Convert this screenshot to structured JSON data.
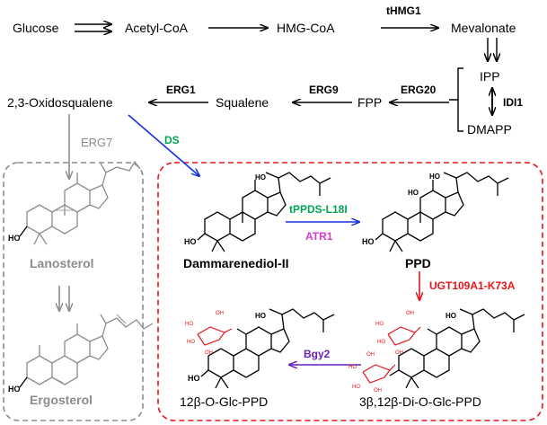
{
  "colors": {
    "black": "#000000",
    "gray": "#8c8c8c",
    "green": "#00a651",
    "red": "#e8141b",
    "magenta": "#d63ac8",
    "blue": "#1530e0",
    "purple": "#6a1fb8"
  },
  "metabolites": {
    "glucose": "Glucose",
    "acetyl_coa": "Acetyl-CoA",
    "hmg_coa": "HMG-CoA",
    "mevalonate": "Mevalonate",
    "ipp": "IPP",
    "dmapp": "DMAPP",
    "fpp": "FPP",
    "squalene": "Squalene",
    "oxidosqualene": "2,3-Oxidosqualene",
    "lanosterol": "Lanosterol",
    "ergosterol": "Ergosterol",
    "dammarenediol": "Dammarenediol-II",
    "ppd": "PPD",
    "di_glc_ppd": "3β,12β-Di-O-Glc-PPD",
    "glc_ppd": "12β-O-Glc-PPD"
  },
  "enzymes": {
    "thmg1": "tHMG1",
    "idi1": "IDI1",
    "erg20": "ERG20",
    "erg9": "ERG9",
    "erg1": "ERG1",
    "erg7": "ERG7",
    "ds": "DS",
    "tppds": "tPPDS-L18I",
    "atr1": "ATR1",
    "ugt": "UGT109A1-K73A",
    "bgy2": "Bgy2"
  }
}
